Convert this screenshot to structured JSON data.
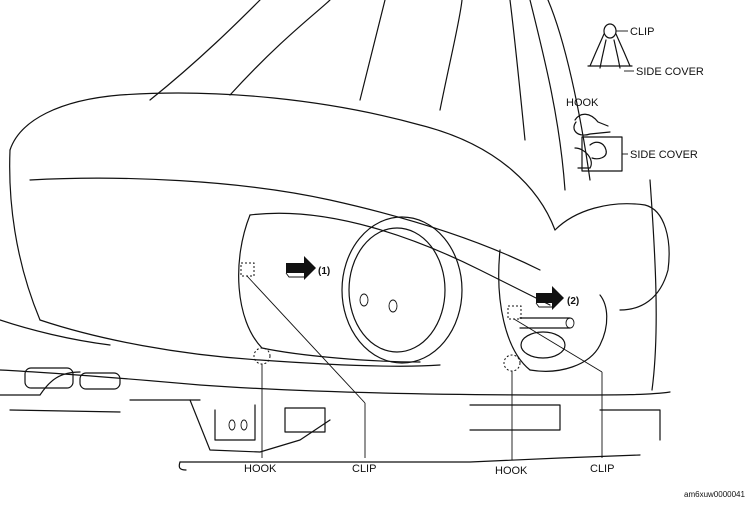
{
  "labels": {
    "clip_top": "CLIP",
    "side_cover_top": "SIDE COVER",
    "hook_detail": "HOOK",
    "side_cover_detail": "SIDE COVER",
    "arrow1": "(1)",
    "arrow2": "(2)",
    "hook_left": "HOOK",
    "clip_left": "CLIP",
    "hook_right": "HOOK",
    "clip_right": "CLIP",
    "figure_id": "am6xuw0000041"
  }
}
